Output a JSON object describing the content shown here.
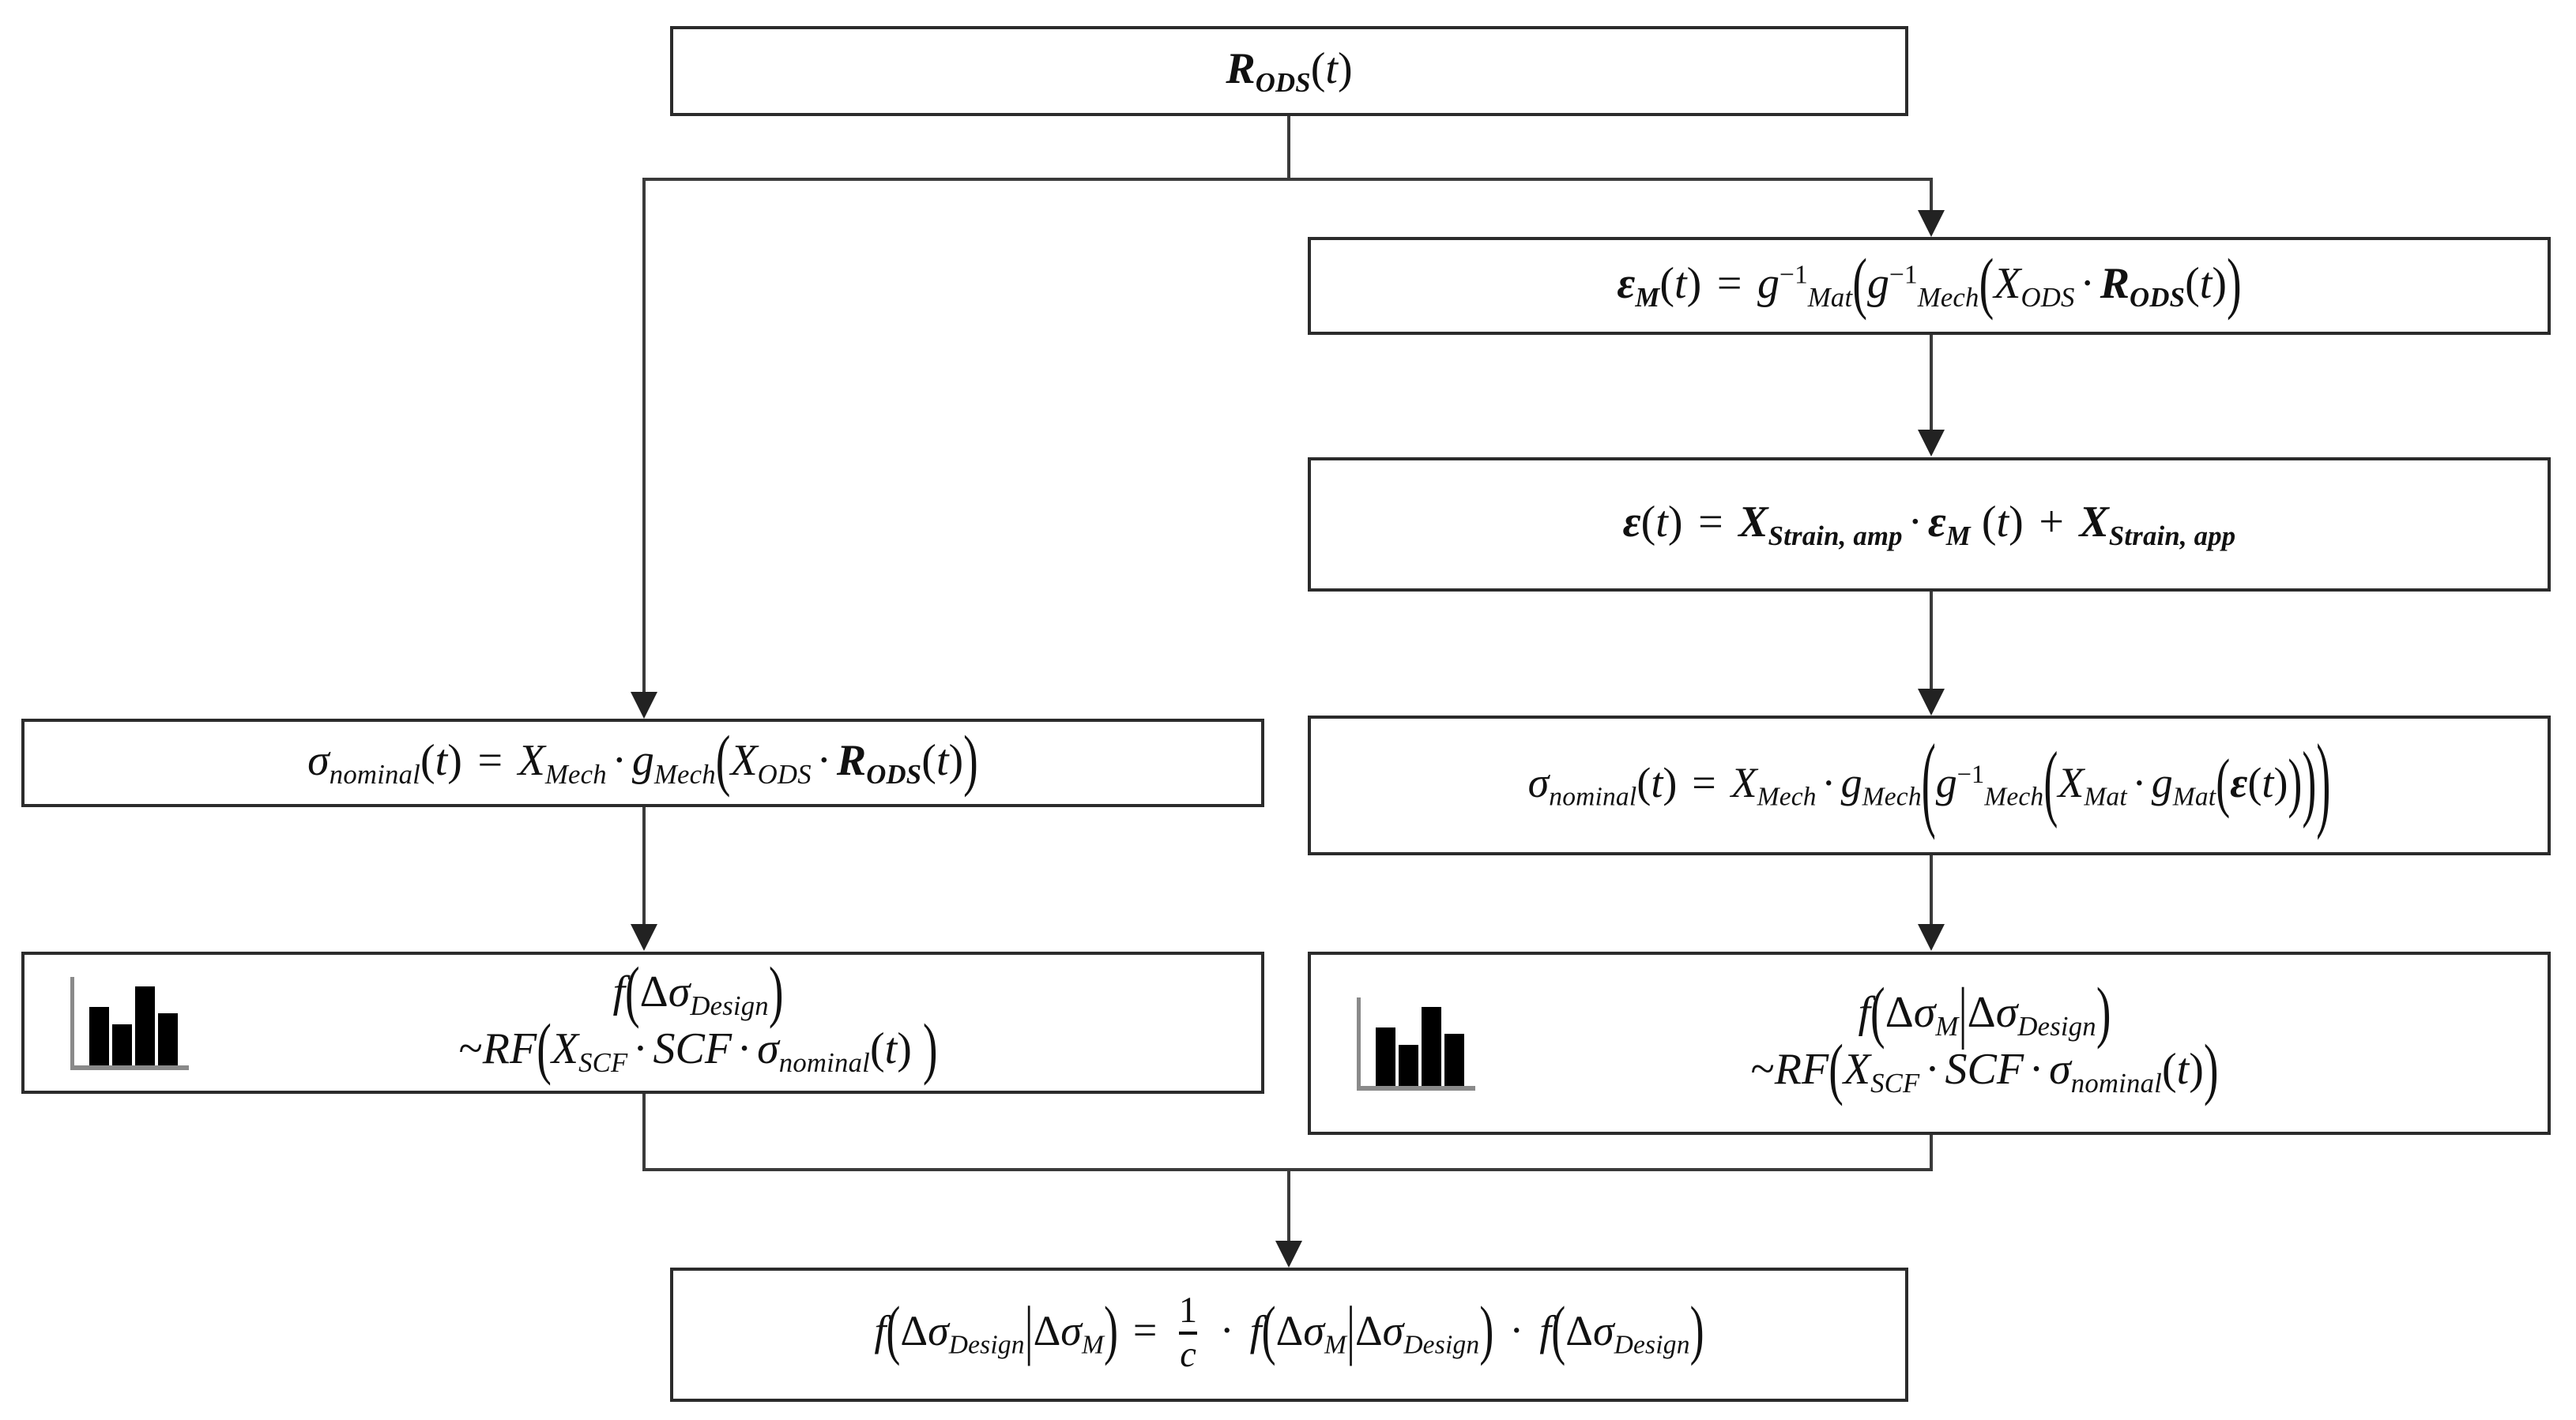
{
  "diagram": {
    "title": "Bayesian stress-range update flowchart",
    "background": "#ffffff",
    "box_border_color": "#2b2b2b",
    "connector_color": "#3a3a3a",
    "nodes": {
      "rods": {
        "label": "R_ODS(t)"
      },
      "epsilon_m": {
        "label": "ε_M(t) = g^-1_Mat( g^-1_Mech( X_ODS · R_ODS(t) )"
      },
      "epsilon": {
        "label": "ε(t) = X_Strain,amp · ε_M(t) + X_Strain,app"
      },
      "sigma_left": {
        "label": "σ_nominal(t) = X_Mech · g_Mech( X_ODS · R_ODS(t) )"
      },
      "sigma_right": {
        "label": "σ_nominal(t) = X_Mech · g_Mech( g^-1_Mech( X_Mat · g_Mat( ε(t) ) ) )"
      },
      "prior": {
        "line1": "f(Δσ_Design)",
        "line2": "~RF( X_SCF · SCF · σ_nominal(t) )",
        "icon": "histogram-icon"
      },
      "likelihood": {
        "line1": "f(Δσ_M | Δσ_Design)",
        "line2": "~RF( X_SCF · SCF · σ_nominal(t) )",
        "icon": "histogram-icon"
      },
      "posterior": {
        "label": "f(Δσ_Design | Δσ_M) = (1/c) · f(Δσ_M | Δσ_Design) · f(Δσ_Design)"
      }
    },
    "histogram_icon": {
      "bar_heights_pct": [
        62,
        43,
        83,
        55
      ],
      "bar_color": "#000000",
      "axis_color": "#8a8a8a"
    },
    "edges": [
      {
        "from": "rods",
        "to": "epsilon_m",
        "style": "elbow-right"
      },
      {
        "from": "rods",
        "to": "sigma_left",
        "style": "elbow-left"
      },
      {
        "from": "epsilon_m",
        "to": "epsilon",
        "style": "straight-down"
      },
      {
        "from": "epsilon",
        "to": "sigma_right",
        "style": "straight-down"
      },
      {
        "from": "sigma_left",
        "to": "prior",
        "style": "straight-down"
      },
      {
        "from": "sigma_right",
        "to": "likelihood",
        "style": "straight-down"
      },
      {
        "from": "prior",
        "to": "posterior",
        "style": "merge-down"
      },
      {
        "from": "likelihood",
        "to": "posterior",
        "style": "merge-down"
      }
    ]
  }
}
